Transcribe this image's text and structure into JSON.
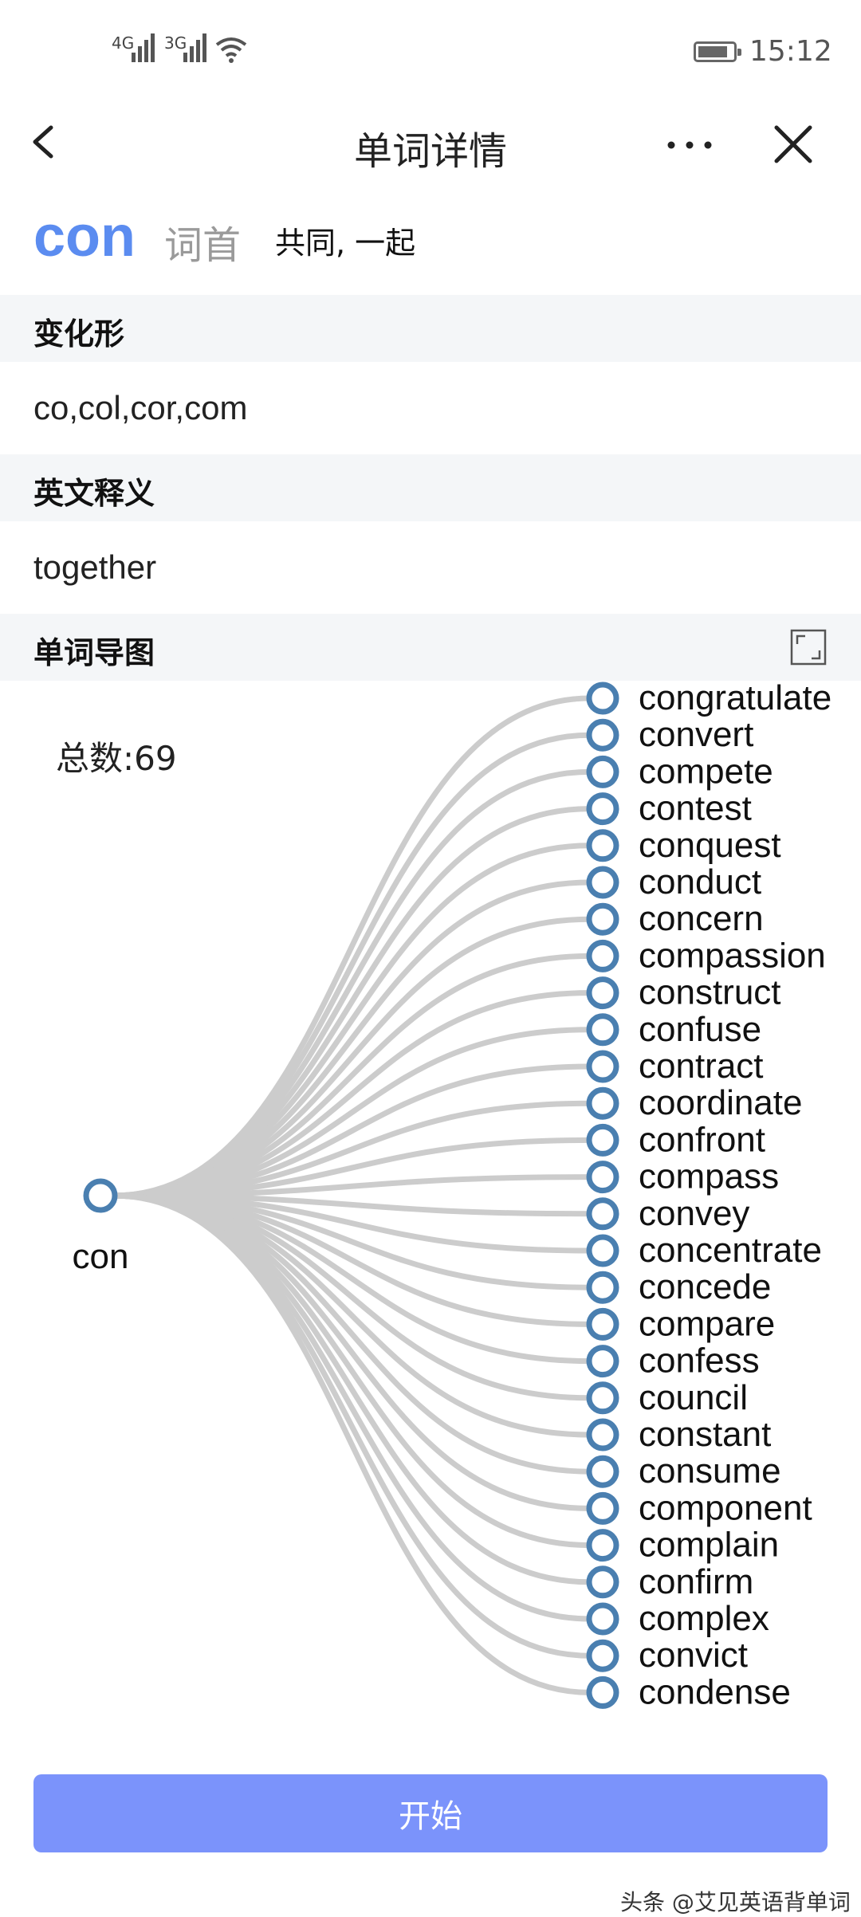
{
  "status_bar": {
    "network_1": "4G",
    "network_2": "3G",
    "time": "15:12",
    "battery_percent": 85
  },
  "nav": {
    "title": "单词详情",
    "back_icon": "chevron-left-icon",
    "more_icon": "more-horizontal-icon",
    "close_icon": "close-icon"
  },
  "root": {
    "word": "con",
    "type": "词首",
    "meaning": "共同, 一起"
  },
  "sections": {
    "variants": {
      "label": "变化形",
      "value": "co,col,cor,com"
    },
    "english_definition": {
      "label": "英文释义",
      "value": "together"
    },
    "mindmap": {
      "label": "单词导图",
      "expand_icon": "fullscreen-icon"
    }
  },
  "mindmap": {
    "total_label": "总数:69",
    "root_label": "con",
    "words": [
      "congratulate",
      "convert",
      "compete",
      "contest",
      "conquest",
      "conduct",
      "concern",
      "compassion",
      "construct",
      "confuse",
      "contract",
      "coordinate",
      "confront",
      "compass",
      "convey",
      "concentrate",
      "concede",
      "compare",
      "confess",
      "council",
      "constant",
      "consume",
      "component",
      "complain",
      "confirm",
      "complex",
      "convict",
      "condense"
    ]
  },
  "start_button": {
    "label": "开始"
  },
  "watermark": "头条 @艾见英语背单词",
  "colors": {
    "accent": "#5b8cf0",
    "node": "#4a7fb0",
    "link": "#cccccc",
    "button": "#7b93fb",
    "section_bg": "#f4f6f8"
  }
}
